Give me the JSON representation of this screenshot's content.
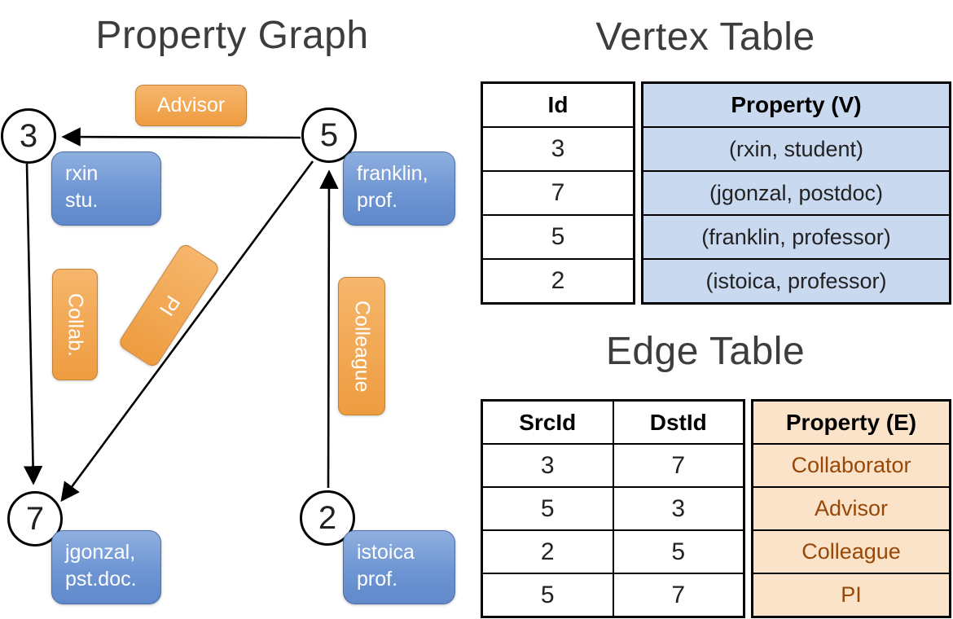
{
  "graph": {
    "title": "Property Graph",
    "nodes": [
      {
        "id": "3"
      },
      {
        "id": "5"
      },
      {
        "id": "7"
      },
      {
        "id": "2"
      }
    ],
    "vertex_labels": [
      {
        "lines": [
          "rxin",
          "stu."
        ]
      },
      {
        "lines": [
          "franklin,",
          "prof."
        ]
      },
      {
        "lines": [
          "jgonzal,",
          "pst.doc."
        ]
      },
      {
        "lines": [
          "istoica",
          "prof."
        ]
      }
    ],
    "edge_labels": [
      "Advisor",
      "Collab.",
      "PI",
      "Colleague"
    ]
  },
  "vertex_table": {
    "title": "Vertex Table",
    "columns": [
      "Id",
      "Property (V)"
    ],
    "rows": [
      [
        "3",
        "(rxin, student)"
      ],
      [
        "7",
        "(jgonzal, postdoc)"
      ],
      [
        "5",
        "(franklin, professor)"
      ],
      [
        "2",
        "(istoica, professor)"
      ]
    ]
  },
  "edge_table": {
    "title": "Edge Table",
    "columns": [
      "SrcId",
      "DstId",
      "Property (E)"
    ],
    "rows": [
      [
        "3",
        "7",
        "Collaborator"
      ],
      [
        "5",
        "3",
        "Advisor"
      ],
      [
        "2",
        "5",
        "Colleague"
      ],
      [
        "5",
        "7",
        "PI"
      ]
    ]
  },
  "colors": {
    "vertex_box": "#6e95d3",
    "edge_box": "#ee9c40",
    "vertex_cell": "#c8d9f0",
    "edge_cell": "#fbe3c9",
    "edge_text": "#974706"
  }
}
